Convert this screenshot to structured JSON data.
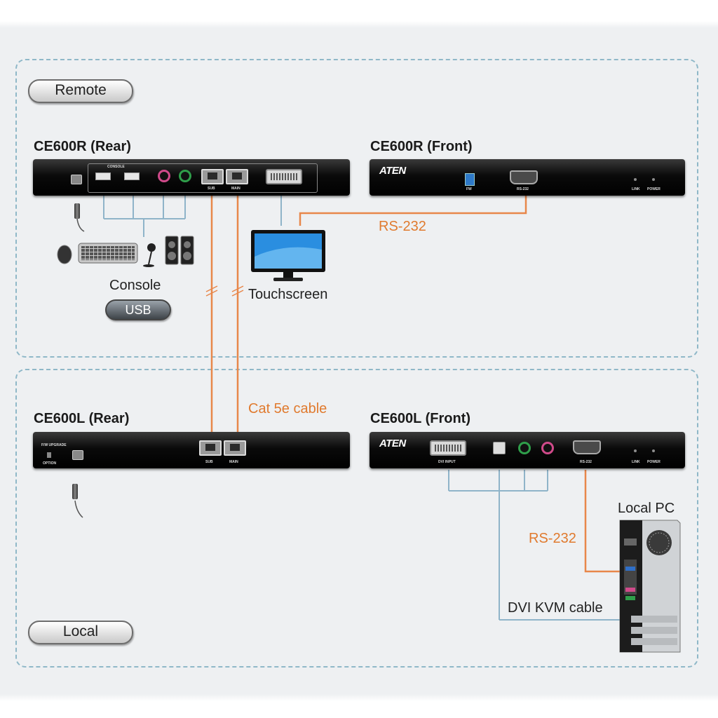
{
  "zones": {
    "remote_label": "Remote",
    "local_label": "Local"
  },
  "remote": {
    "rear_title": "CE600R (Rear)",
    "front_title": "CE600R (Front)",
    "rear_ports": {
      "console": "CONSOLE",
      "sub": "SUB",
      "main": "MAIN"
    },
    "front_ports": {
      "rs232": "RS-232",
      "fw": "FW",
      "link": "LINK",
      "power": "POWER"
    },
    "brand": "ATEN"
  },
  "local": {
    "rear_title": "CE600L (Rear)",
    "front_title": "CE600L (Front)",
    "rear_ports": {
      "sub": "SUB",
      "main": "MAIN",
      "fw_upgrade": "F/W UPGRADE",
      "option": "OPTION"
    },
    "front_ports": {
      "dvi_input": "DVI INPUT",
      "rs232": "RS-232",
      "link": "LINK",
      "power": "POWER"
    },
    "brand": "ATEN"
  },
  "labels": {
    "rs232_top": "RS-232",
    "console": "Console",
    "usb": "USB",
    "touchscreen": "Touchscreen",
    "cat5e": "Cat 5e cable",
    "local_pc": "Local PC",
    "rs232_bottom": "RS-232",
    "dvi_kvm_cable": "DVI KVM cable"
  },
  "colors": {
    "cable_orange": "#e8874a",
    "cable_blue": "#8fb4c9",
    "zone_border": "#8fb8c8"
  }
}
